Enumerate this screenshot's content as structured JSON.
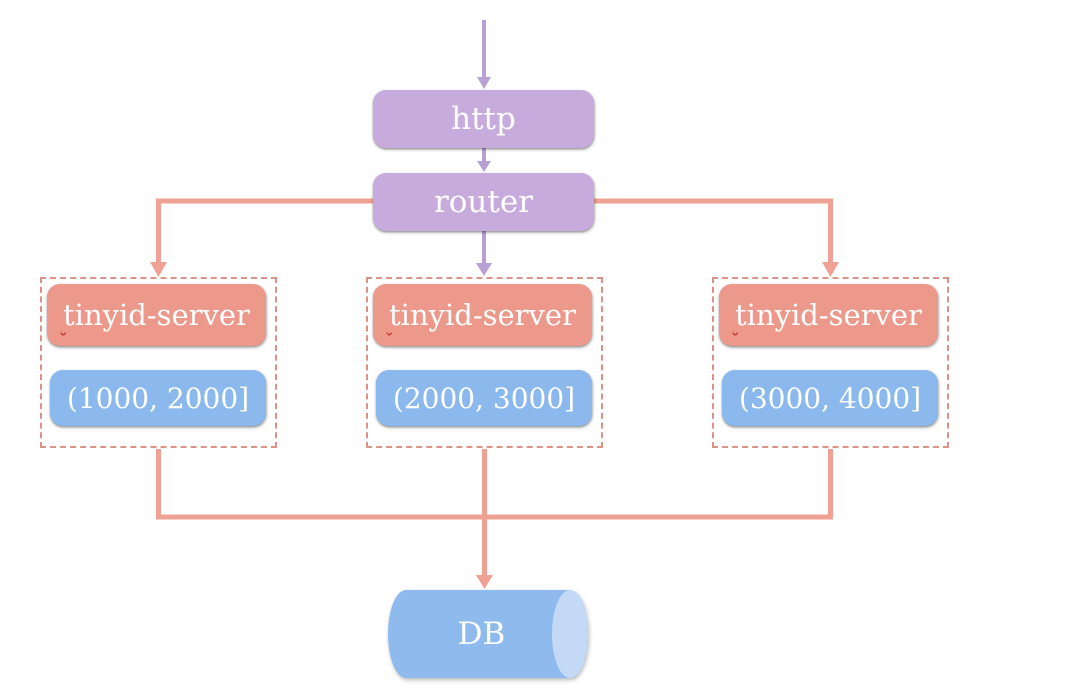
{
  "diagram": {
    "nodes": {
      "http": {
        "label": "http"
      },
      "router": {
        "label": "router"
      },
      "db": {
        "label": "DB"
      }
    },
    "servers": [
      {
        "name": "tinyid-server",
        "range": "(1000, 2000]"
      },
      {
        "name": "tinyid-server",
        "range": "(2000, 3000]"
      },
      {
        "name": "tinyid-server",
        "range": "(3000, 4000]"
      }
    ],
    "icons": {
      "spellcheck_mark": "ˇ"
    },
    "edges": [
      {
        "from": "incoming",
        "to": "http",
        "color": "purple"
      },
      {
        "from": "http",
        "to": "router",
        "color": "purple"
      },
      {
        "from": "router",
        "to": "tinyid-server-1",
        "color": "salmon"
      },
      {
        "from": "router",
        "to": "tinyid-server-2",
        "color": "purple"
      },
      {
        "from": "router",
        "to": "tinyid-server-3",
        "color": "salmon"
      },
      {
        "from": "tinyid-servers",
        "to": "db",
        "color": "salmon"
      }
    ],
    "colors": {
      "purple_node": "#c7abdd",
      "purple_arrow": "#b8a0d5",
      "salmon_node": "#ec998c",
      "salmon_line": "#efa193",
      "dashed_border": "#dd9286",
      "blue_node": "#8bb8ed",
      "db_body": "#8fbaee",
      "db_cap": "#c3d9f6",
      "text": "#ffffff"
    }
  }
}
